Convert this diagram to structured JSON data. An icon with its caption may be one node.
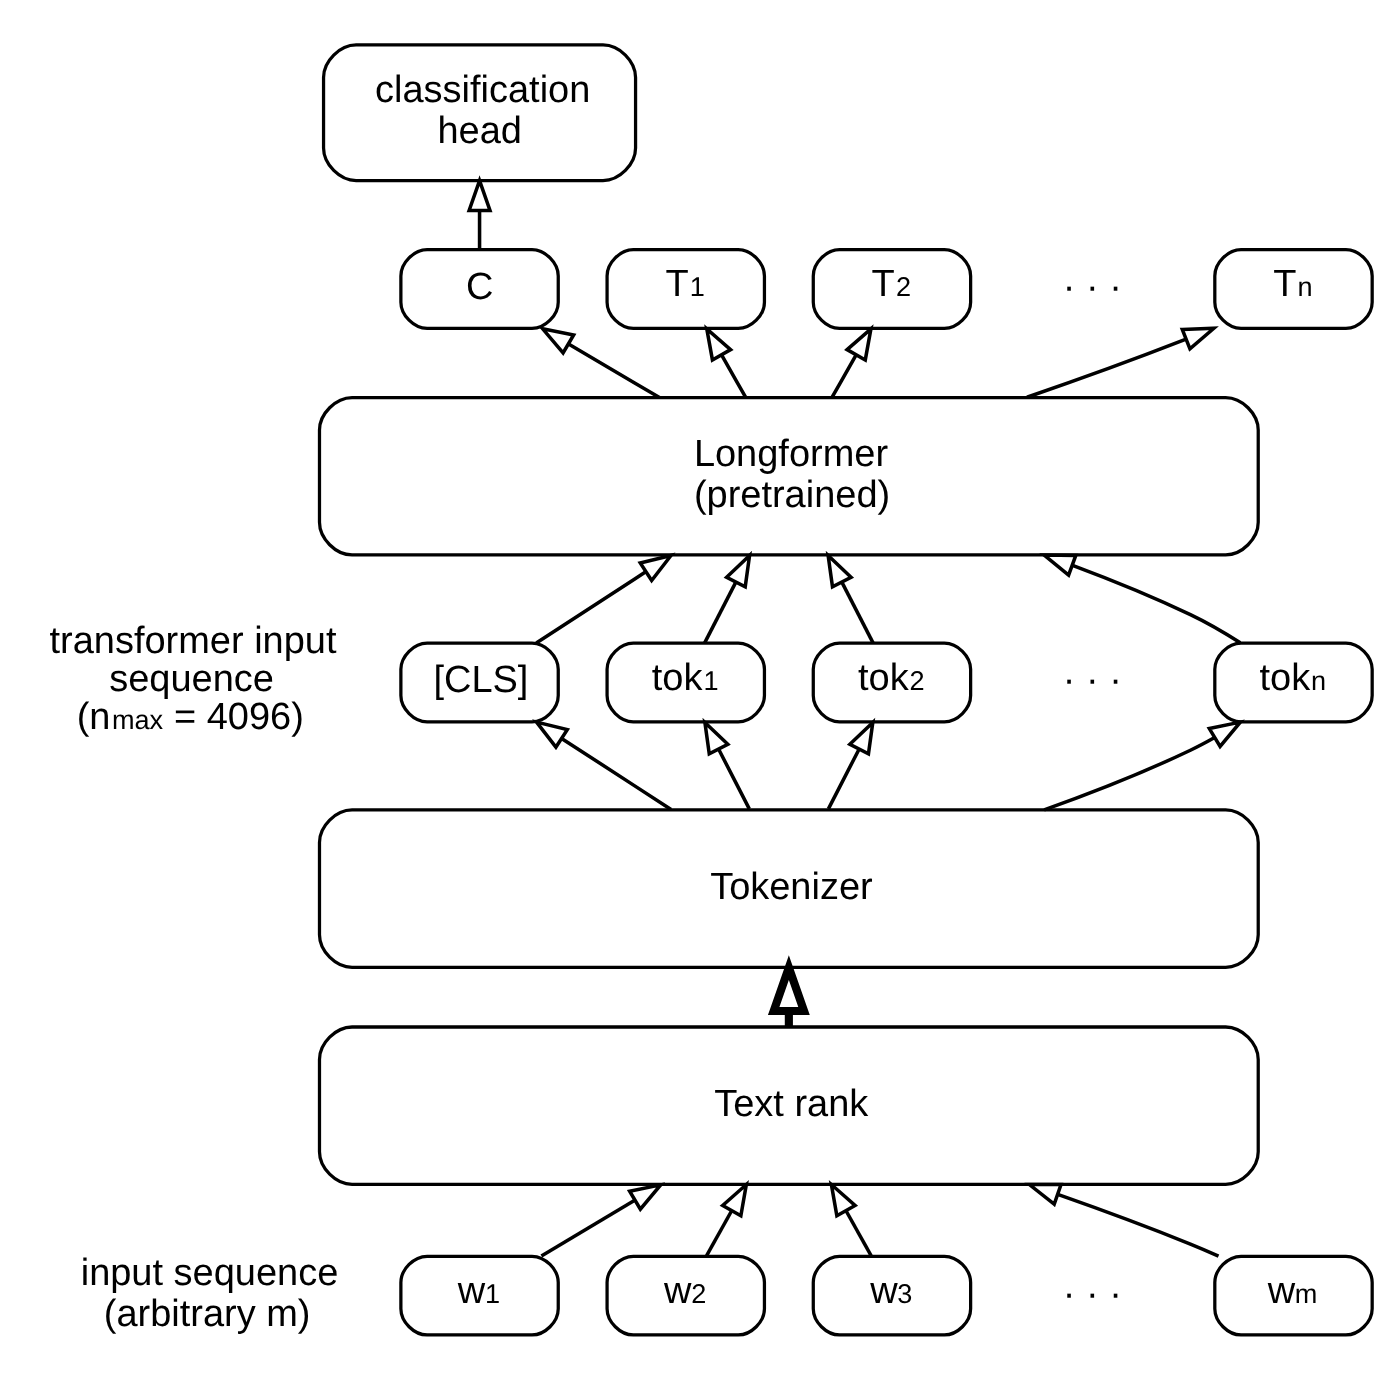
{
  "diagram": {
    "nodes": [
      {
        "text": [
          "classification head"
        ]
      },
      {
        "text": [
          "C"
        ]
      },
      {
        "text": [
          "T$_{1}$"
        ]
      },
      {
        "text": [
          "T$_{2}$"
        ]
      },
      {
        "text": [
          "T$_{n}$"
        ]
      },
      {
        "text": [
          "Longformer (pretrained)"
        ]
      },
      {
        "text": [
          "[CLS]"
        ]
      },
      {
        "text": [
          "tok$_{1}$"
        ]
      },
      {
        "text": [
          "tok$_{2}$"
        ]
      },
      {
        "text": [
          "tok$_{n}$"
        ]
      },
      {
        "text": [
          "Tokenizer"
        ]
      },
      {
        "text": [
          "Text rank"
        ]
      },
      {
        "text": [
          "w$_{1}$"
        ]
      },
      {
        "text": [
          "w$_{2}$"
        ]
      },
      {
        "text": [
          "w$_{3}$"
        ]
      },
      {
        "text": [
          "w$_{m}$"
        ]
      }
    ],
    "edges": [
      {
        "from": 12,
        "to": 11,
        "arrow": "to"
      },
      {
        "from": 13,
        "to": 11,
        "arrow": "to"
      },
      {
        "from": 14,
        "to": 11,
        "arrow": "to"
      },
      {
        "from": 15,
        "to": 11,
        "arrow": "to"
      },
      {
        "from": 11,
        "to": 10,
        "arrow": "to",
        "style": "thick"
      },
      {
        "from": 10,
        "to": 6,
        "arrow": "to"
      },
      {
        "from": 10,
        "to": 7,
        "arrow": "to"
      },
      {
        "from": 10,
        "to": 8,
        "arrow": "to"
      },
      {
        "from": 10,
        "to": 9,
        "arrow": "to"
      },
      {
        "from": 6,
        "to": 5,
        "arrow": "to"
      },
      {
        "from": 7,
        "to": 5,
        "arrow": "to"
      },
      {
        "from": 8,
        "to": 5,
        "arrow": "to"
      },
      {
        "from": 9,
        "to": 5,
        "arrow": "to"
      },
      {
        "from": 5,
        "to": 1,
        "arrow": "to"
      },
      {
        "from": 5,
        "to": 2,
        "arrow": "to"
      },
      {
        "from": 5,
        "to": 3,
        "arrow": "to"
      },
      {
        "from": 5,
        "to": 4,
        "arrow": "to"
      },
      {
        "from": 1,
        "to": 0,
        "arrow": "to"
      }
    ],
    "labels": [
      "· · ·",
      "transformer input sequence (n$_{max}$ = 4096)",
      "· · ·",
      "input sequence (arbitrary m)",
      "· · ·"
    ]
  }
}
